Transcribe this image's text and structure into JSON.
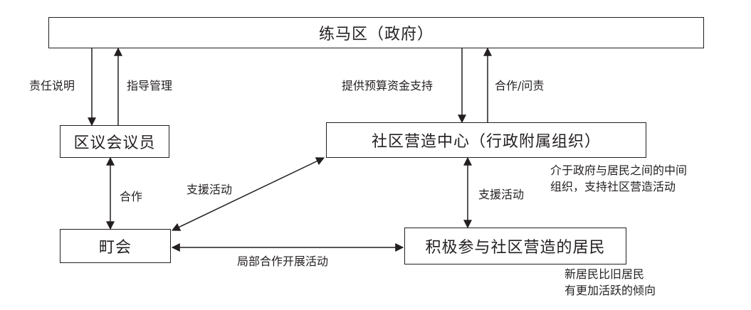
{
  "nodes": {
    "government": "练马区（政府）",
    "council": "区议会议员",
    "center": "社区营造中心（行政附属组织）",
    "chonaikai": "町会",
    "residents": "积极参与社区营造的居民"
  },
  "edges": {
    "responsibility": "责任说明",
    "guidance": "指导管理",
    "budget": "提供预算资金支持",
    "accountability": "合作/问责",
    "cooperation": "合作",
    "support_left": "支援活动",
    "support_right": "支援活动",
    "partial": "局部合作开展活动"
  },
  "notes": {
    "center_line1": "介于政府与居民之间的中间",
    "center_line2": "组织，支持社区营造活动",
    "residents_line1": "新居民比旧居民",
    "residents_line2": "有更加活跃的倾向"
  }
}
